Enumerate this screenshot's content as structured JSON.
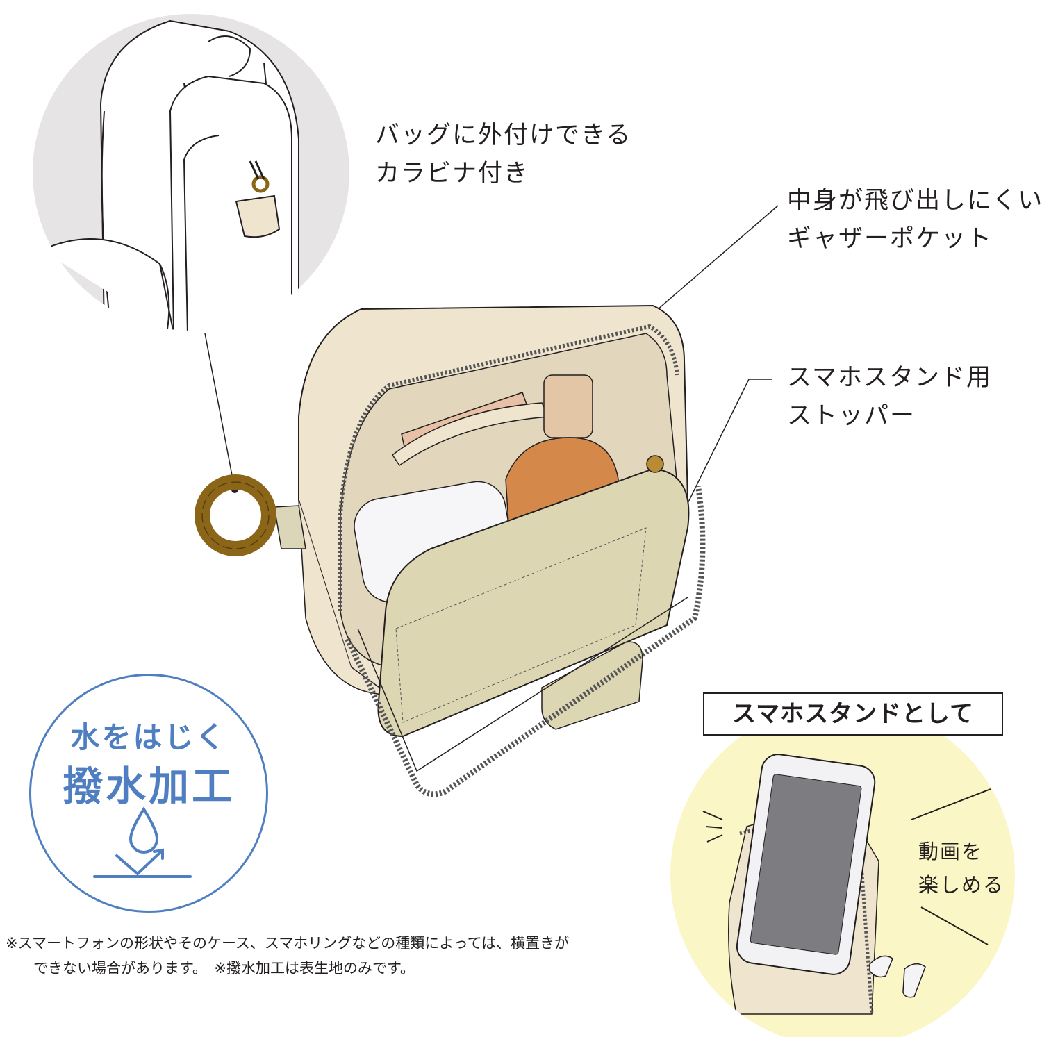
{
  "callouts": {
    "carabiner": [
      "バッグに外付けできる",
      "カラビナ付き"
    ],
    "gather_pocket": [
      "中身が飛び出しにくい",
      "ギャザーポケット"
    ],
    "stopper": [
      "スマホスタンド用",
      "ストッパー"
    ]
  },
  "stand": {
    "title": "スマホスタンドとして",
    "caption": [
      "動画を",
      "楽しめる"
    ]
  },
  "badge": {
    "line1": "水をはじく",
    "line2": "撥水加工",
    "icon": "water-drop-icon"
  },
  "note": {
    "line1": "※スマートフォンの形状やそのケース、スマホリングなどの種類によっては、横置きが",
    "line2": "できない場合があります。　※撥水加工は表生地のみです。"
  },
  "colors": {
    "pouch_beige": "#efe5cf",
    "pouch_inner": "#e2d6bc",
    "pocket": "#ddd6b3",
    "carabiner_amber": "#8c6618",
    "bottle": "#d4894a",
    "badge_blue": "#4f7fc0",
    "stand_circle": "#fbf6c6",
    "backpack_circle": "#e6e4e4"
  }
}
